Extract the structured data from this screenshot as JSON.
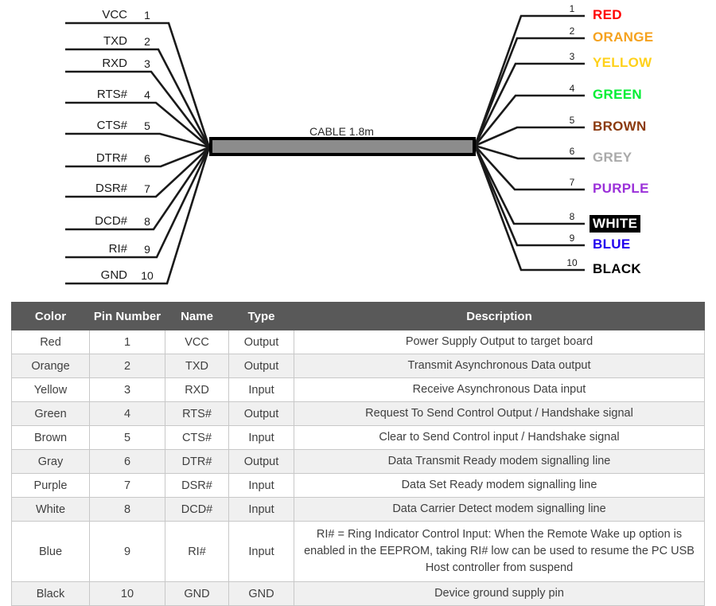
{
  "diagram": {
    "cable_caption": "CABLE 1.8m",
    "cable_color": "#8c8c8c",
    "left_pins": [
      {
        "name": "VCC",
        "num": "1"
      },
      {
        "name": "TXD",
        "num": "2"
      },
      {
        "name": "RXD",
        "num": "3"
      },
      {
        "name": "RTS#",
        "num": "4"
      },
      {
        "name": "CTS#",
        "num": "5"
      },
      {
        "name": "DTR#",
        "num": "6"
      },
      {
        "name": "DSR#",
        "num": "7"
      },
      {
        "name": "DCD#",
        "num": "8"
      },
      {
        "name": "RI#",
        "num": "9"
      },
      {
        "name": "GND",
        "num": "10"
      }
    ],
    "right_wires": [
      {
        "label": "RED",
        "num": "1",
        "color": "#ff0000",
        "boxed": false
      },
      {
        "label": "ORANGE",
        "num": "2",
        "color": "#f5a21f",
        "boxed": false
      },
      {
        "label": "YELLOW",
        "num": "3",
        "color": "#ffd11a",
        "boxed": false
      },
      {
        "label": "GREEN",
        "num": "4",
        "color": "#00ee33",
        "boxed": false
      },
      {
        "label": "BROWN",
        "num": "5",
        "color": "#8b3a0e",
        "boxed": false
      },
      {
        "label": "GREY",
        "num": "6",
        "color": "#aaaaaa",
        "boxed": false
      },
      {
        "label": "PURPLE",
        "num": "7",
        "color": "#9b30d9",
        "boxed": false
      },
      {
        "label": "WHITE",
        "num": "8",
        "color": "#ffffff",
        "boxed": true
      },
      {
        "label": "BLUE",
        "num": "9",
        "color": "#2200ee",
        "boxed": false
      },
      {
        "label": "BLACK",
        "num": "10",
        "color": "#000000",
        "boxed": false
      }
    ]
  },
  "table": {
    "headers": [
      "Color",
      "Pin Number",
      "Name",
      "Type",
      "Description"
    ],
    "header_bg": "#595959",
    "rows": [
      {
        "color": "Red",
        "pin": "1",
        "name": "VCC",
        "type": "Output",
        "description": "Power Supply Output to target board"
      },
      {
        "color": "Orange",
        "pin": "2",
        "name": "TXD",
        "type": "Output",
        "description": "Transmit Asynchronous Data output"
      },
      {
        "color": "Yellow",
        "pin": "3",
        "name": "RXD",
        "type": "Input",
        "description": "Receive Asynchronous Data input"
      },
      {
        "color": "Green",
        "pin": "4",
        "name": "RTS#",
        "type": "Output",
        "description": "Request To Send Control Output / Handshake signal"
      },
      {
        "color": "Brown",
        "pin": "5",
        "name": "CTS#",
        "type": "Input",
        "description": "Clear to Send Control input / Handshake signal"
      },
      {
        "color": "Gray",
        "pin": "6",
        "name": "DTR#",
        "type": "Output",
        "description": "Data Transmit Ready modem signalling line"
      },
      {
        "color": "Purple",
        "pin": "7",
        "name": "DSR#",
        "type": "Input",
        "description": "Data Set Ready modem signalling line"
      },
      {
        "color": "White",
        "pin": "8",
        "name": "DCD#",
        "type": "Input",
        "description": "Data Carrier Detect modem signalling line"
      },
      {
        "color": "Blue",
        "pin": "9",
        "name": "RI#",
        "type": "Input",
        "description": "RI# = Ring Indicator Control Input: When the Remote Wake up option is enabled in the EEPROM, taking RI# low can be used to resume the PC USB Host controller from suspend"
      },
      {
        "color": "Black",
        "pin": "10",
        "name": "GND",
        "type": "GND",
        "description": "Device ground supply pin"
      }
    ]
  }
}
